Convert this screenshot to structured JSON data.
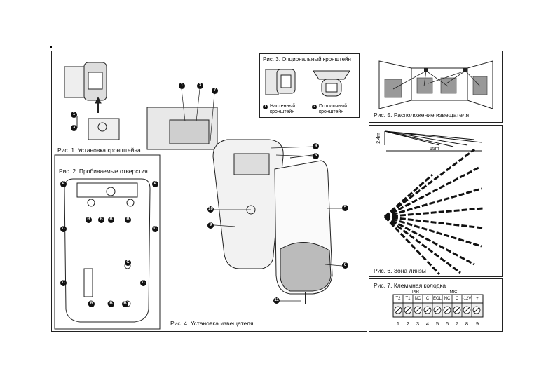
{
  "fig1": {
    "caption": "Рис. 1. Установка кронштейна"
  },
  "fig2": {
    "caption": "Рис. 2. Пробиваемые отверстия"
  },
  "fig3": {
    "caption": "Рис. 3. Опциональный кронштейн",
    "wall_label": "Настенный кронштейн",
    "ceiling_label": "Потолочный кронштейн",
    "wall_marker": "1",
    "ceiling_marker": "2"
  },
  "fig4": {
    "caption": "Рис. 4. Установка извещателя"
  },
  "fig5": {
    "caption": "Рис. 5. Расположение извещателя"
  },
  "fig6": {
    "caption": "Рис. 6. Зона линзы",
    "height_label": "2.4m",
    "range_label": "15m"
  },
  "fig7": {
    "caption": "Рис. 7. Клеммная колодка",
    "group_pir": "PIR",
    "group_mic": "MIC",
    "terminals": [
      "T2",
      "T1",
      "NC",
      "C",
      "EOL",
      "NC",
      "C",
      "-12V",
      "+"
    ],
    "numbers": [
      "1",
      "2",
      "3",
      "4",
      "5",
      "6",
      "7",
      "8",
      "9"
    ]
  },
  "callouts": {
    "fig1": [
      "1",
      "3"
    ],
    "fig2": [
      "A",
      "A",
      "B",
      "B",
      "B",
      "B",
      "C",
      "C",
      "C",
      "C",
      "C",
      "B",
      "B",
      "B"
    ],
    "fig4": [
      "1",
      "3",
      "7",
      "4",
      "8",
      "10",
      "5",
      "9",
      "6",
      "11"
    ]
  }
}
